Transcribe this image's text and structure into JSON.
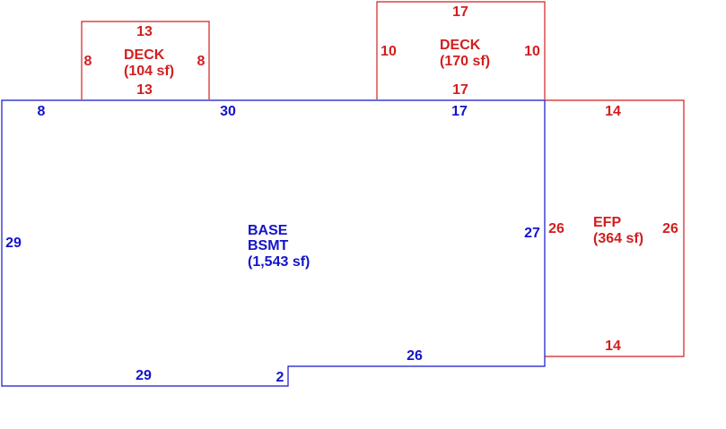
{
  "colors": {
    "base": "#1414c8",
    "addon": "#d21e1e"
  },
  "areas": {
    "base": {
      "name1": "BASE",
      "name2": "BSMT",
      "area": "(1,543 sf)",
      "dims": {
        "top_left": "8",
        "top_mid": "30",
        "top_right": "17",
        "left": "29",
        "right": "27",
        "bottom_left": "29",
        "step": "2",
        "bottom_right": "26"
      }
    },
    "deck_small": {
      "name": "DECK",
      "area": "(104 sf)",
      "dims": {
        "top": "13",
        "bottom": "13",
        "left": "8",
        "right": "8"
      }
    },
    "deck_large": {
      "name": "DECK",
      "area": "(170 sf)",
      "dims": {
        "top": "17",
        "bottom": "17",
        "left": "10",
        "right": "10"
      }
    },
    "efp": {
      "name": "EFP",
      "area": "(364 sf)",
      "dims": {
        "top": "14",
        "bottom": "14",
        "left": "26",
        "right": "26"
      }
    }
  }
}
